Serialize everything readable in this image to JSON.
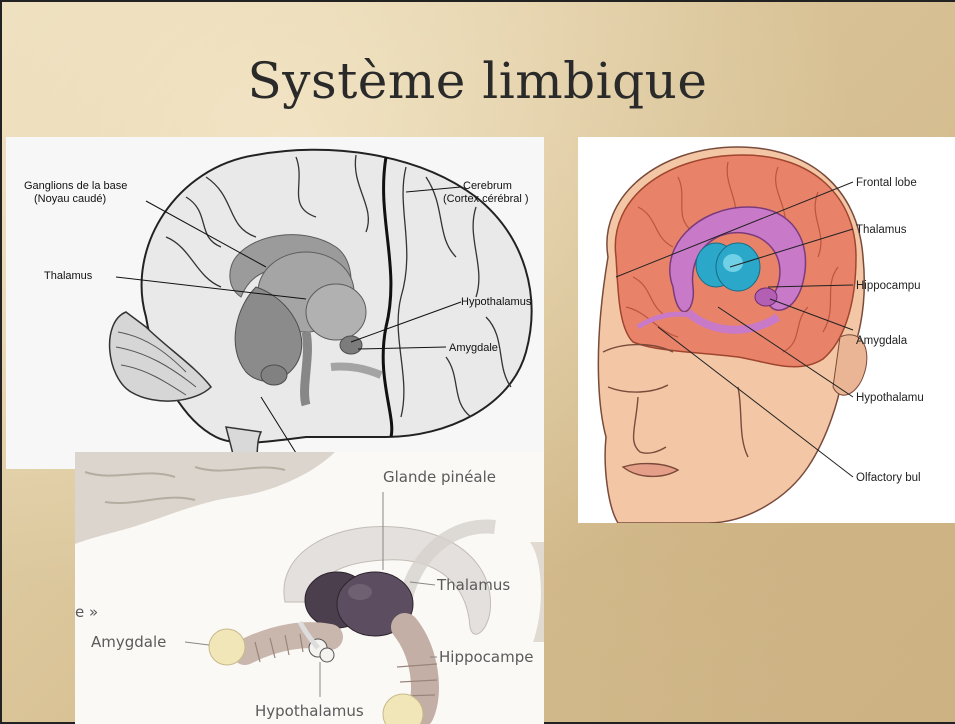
{
  "slide": {
    "title": "Système limbique"
  },
  "figure_left": {
    "labels": {
      "basal_ganglia_line1": "Ganglions de la base",
      "basal_ganglia_line2": "(Noyau caudé)",
      "cerebrum_line1": "Cerebrum",
      "cerebrum_line2": "(Cortex cérébral )",
      "thalamus": "Thalamus",
      "hypothalamus": "Hypothalamus",
      "amygdale": "Amygdale"
    }
  },
  "figure_right": {
    "labels": {
      "frontal_lobe": "Frontal lobe",
      "thalamus": "Thalamus",
      "hippocampus": "Hippocampu",
      "amygdala": "Amygdala",
      "hypothalamus": "Hypothalamu",
      "olfactory_bulb": "Olfactory bul"
    }
  },
  "figure_bottom": {
    "labels": {
      "pineal": "Glande pinéale",
      "thalamus": "Thalamus",
      "edge_fragment": "e »",
      "amygdale": "Amygdale",
      "hippocampe": "Hippocampe",
      "hypothalamus": "Hypothalamus"
    }
  },
  "colors": {
    "background": "#d9c397",
    "title": "#2a2a2a",
    "thalamus_right": "#2aa7c9",
    "limbic_right": "#c879c8",
    "cortex_right": "#e8836a"
  }
}
